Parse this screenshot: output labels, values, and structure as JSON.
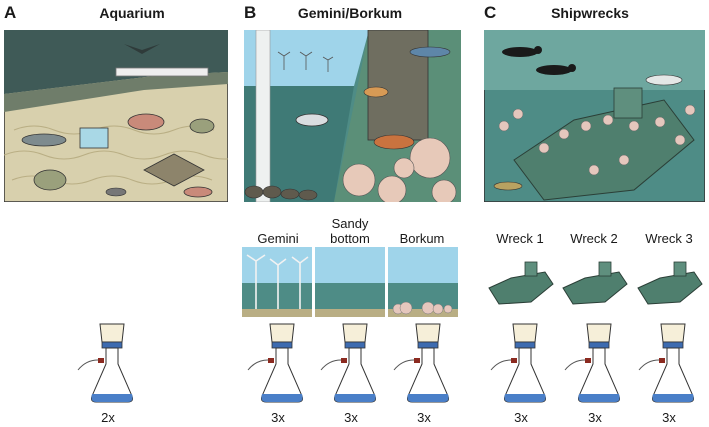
{
  "panels": {
    "a": {
      "letter": "A",
      "title": "Aquarium"
    },
    "b": {
      "letter": "B",
      "title": "Gemini/Borkum"
    },
    "c": {
      "letter": "C",
      "title": "Shipwrecks"
    }
  },
  "sites": [
    {
      "label": "Gemini",
      "replicates": "3x"
    },
    {
      "label": "Sandy bottom",
      "replicates": "3x"
    },
    {
      "label": "Borkum",
      "replicates": "3x"
    },
    {
      "label": "Wreck 1",
      "replicates": "3x"
    },
    {
      "label": "Wreck 2",
      "replicates": "3x"
    },
    {
      "label": "Wreck 3",
      "replicates": "3x"
    }
  ],
  "aquarium": {
    "replicates": "2x"
  },
  "colors": {
    "sea": "#4e8c86",
    "sky": "#9fd4ea",
    "sand": "#cfc7a0",
    "wreck": "#4f7f6e",
    "filtrate": "#4a7fc8"
  }
}
